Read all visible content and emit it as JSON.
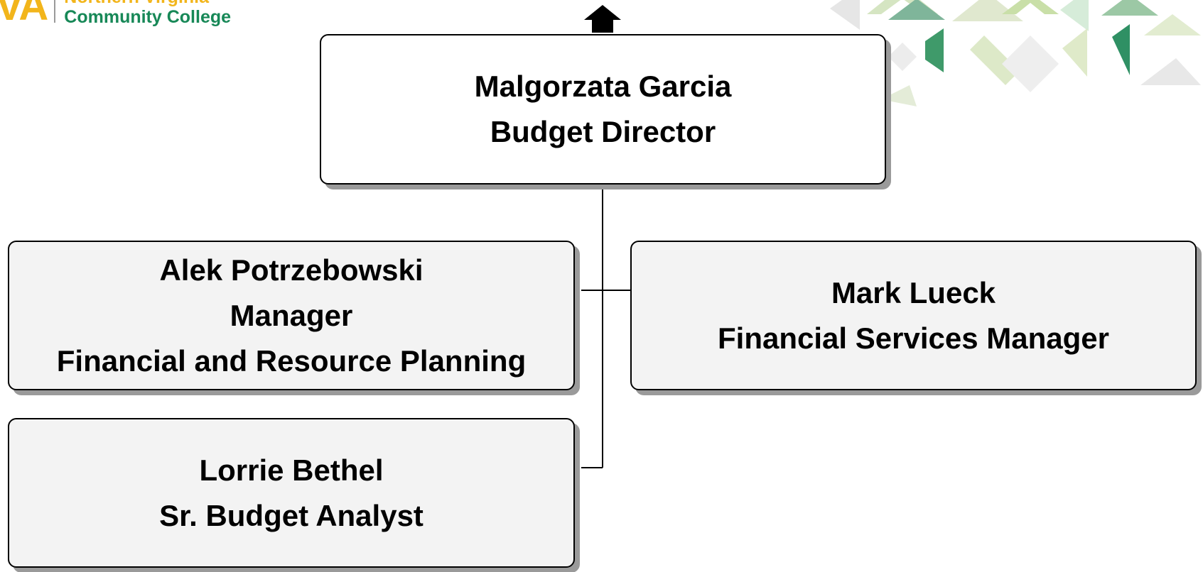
{
  "logo": {
    "mark": "VA",
    "line1": "Northern Virginia",
    "line2": "Community College"
  },
  "colors": {
    "logo_gold": "#f2b51b",
    "logo_green": "#178857",
    "box_fill": "#f3f3f3",
    "box_border": "#000000",
    "box_shadow": "#9a9a9a"
  },
  "org_chart": {
    "parent_arrow_icon": "up-arrow-icon",
    "director": {
      "name": "Malgorzata Garcia",
      "title": "Budget Director"
    },
    "reports": [
      {
        "name": "Alek Potrzebowski",
        "title": "Manager",
        "title2": "Financial and Resource Planning"
      },
      {
        "name": "Mark Lueck",
        "title": "Financial Services Manager"
      },
      {
        "name": "Lorrie Bethel",
        "title": "Sr. Budget Analyst"
      }
    ]
  }
}
